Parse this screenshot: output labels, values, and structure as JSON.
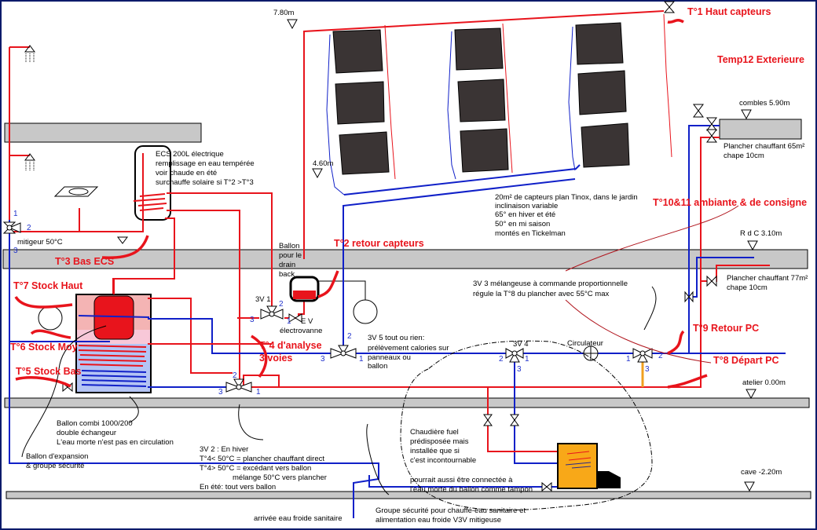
{
  "title": "Schéma hydraulique chauffage solaire",
  "colors": {
    "hot": "#e8141c",
    "cold": "#1020c8",
    "floor": "#c8c8c8",
    "panel": "#3a3434",
    "boiler": "#f8a818",
    "orange_pipe": "#f0a020"
  },
  "levels": [
    {
      "id": "lvl-780",
      "label": "7.80m"
    },
    {
      "id": "lvl-460",
      "label": "4.60m"
    },
    {
      "id": "lvl-590",
      "label": "combles 5.90m"
    },
    {
      "id": "lvl-310",
      "label": "R d C 3.10m"
    },
    {
      "id": "lvl-000",
      "label": "atelier 0.00m"
    },
    {
      "id": "lvl-220",
      "label": "cave  -2.20m"
    }
  ],
  "sensors": {
    "t1": "T°1 Haut capteurs",
    "t12": "Temp12  Exterieure",
    "t1011": "T°10&11  ambiante & de consigne",
    "t2": "T°2 retour capteurs",
    "t3": "T°3 Bas ECS",
    "t7": "T°7 Stock Haut",
    "t6": "T°6 Stock Moy",
    "t5": "T°5 Stock Bas",
    "t4a": "T°4 d'analyse",
    "t4b": "3 voies",
    "t9": "T°9 Retour PC",
    "t8": "T°8 Départ PC"
  },
  "notes": {
    "ecs": [
      "ECS 200L électrique",
      "remplissage en eau tempérée",
      "voir chaude en été",
      "surchauffe solaire si T°2 >T°3"
    ],
    "capteurs": [
      "20m² de capteurs plan Tinox, dans le jardin",
      "inclinaison variable",
      "65° en hiver et été",
      "50° en mi saison",
      "montés en Tickelman"
    ],
    "pc65": [
      "Plancher chauffant 65m²",
      "chape 10cm"
    ],
    "pc77": [
      "Plancher chauffant 77m²",
      "chape 10cm"
    ],
    "drain": [
      "Ballon",
      "pour le",
      "drain",
      "back"
    ],
    "ev": [
      "E V",
      "électrovanne"
    ],
    "v5": [
      "3V 5     tout ou rien:",
      "prélèvement calories sur",
      "panneaux ou",
      "ballon"
    ],
    "v3": [
      "3V 3   mélangeuse à commande proportionnelle",
      "régule la T°8 du plancher avec 55°C max"
    ],
    "combi": [
      "Ballon combi 1000/200",
      "double échangeur",
      "L'eau morte n'est pas en circulation"
    ],
    "expansion": [
      "Ballon d'expansion",
      "& groupe sécurité"
    ],
    "v2": [
      "3V 2     : En hiver",
      "T°4< 50°C = plancher chauffant direct",
      "T°4> 50°C = excédant vers ballon",
      "mélange 50°C vers plancher",
      "En été: tout vers ballon"
    ],
    "chaudiere": [
      "Chaudière fuel",
      "prédisposée mais",
      "installée que si",
      "c'est incontournable"
    ],
    "tampon": [
      "pourrait aussi être connectée à",
      "l'eau morte du ballon comme tampon"
    ],
    "groupe": [
      "Groupe sécurité pour chauffe-eau sanitaire et",
      "alimentation eau froide V3V mitigeuse"
    ],
    "eau_froide": "arrivée eau froide sanitaire",
    "mitigeur": "mitigeur 50°C",
    "circulateur": "Circulateur"
  },
  "valves": {
    "v1": "3V 1",
    "v4": "3V 4",
    "ports": {
      "one": "1",
      "two": "2",
      "three": "3"
    }
  }
}
